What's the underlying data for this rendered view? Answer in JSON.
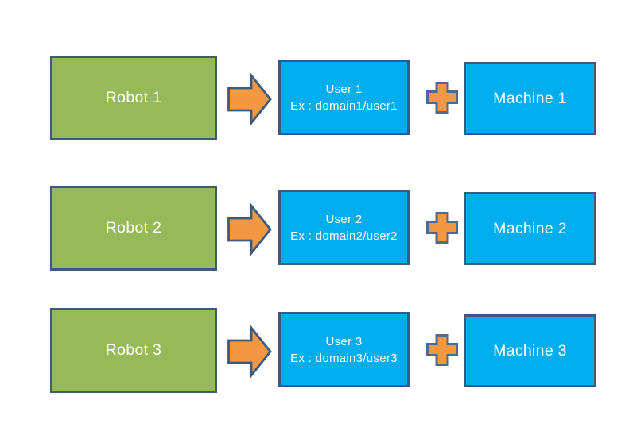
{
  "colors": {
    "background": "#FFFFFF",
    "robot_fill": "#97BA58",
    "user_fill": "#00ADEE",
    "machine_fill": "#00ADEE",
    "connector_fill": "#F29742",
    "outline": "#3D5A7E",
    "plus_outline": "#54688C",
    "label_text": "#FFFFFF"
  },
  "rows": [
    {
      "robot_label": "Robot 1",
      "arrow_icon": "arrow-right-icon",
      "user_line1": "User 1",
      "user_line2": "Ex : domain1/user1",
      "plus_icon": "plus-icon",
      "machine_label": "Machine 1"
    },
    {
      "robot_label": "Robot 2",
      "arrow_icon": "arrow-right-icon",
      "user_line1": "User 2",
      "user_line2": "Ex : domain2/user2",
      "plus_icon": "plus-icon",
      "machine_label": "Machine 2"
    },
    {
      "robot_label": "Robot 3",
      "arrow_icon": "arrow-right-icon",
      "user_line1": "User 3",
      "user_line2": "Ex : domain3/user3",
      "plus_icon": "plus-icon",
      "machine_label": "Machine 3"
    }
  ]
}
